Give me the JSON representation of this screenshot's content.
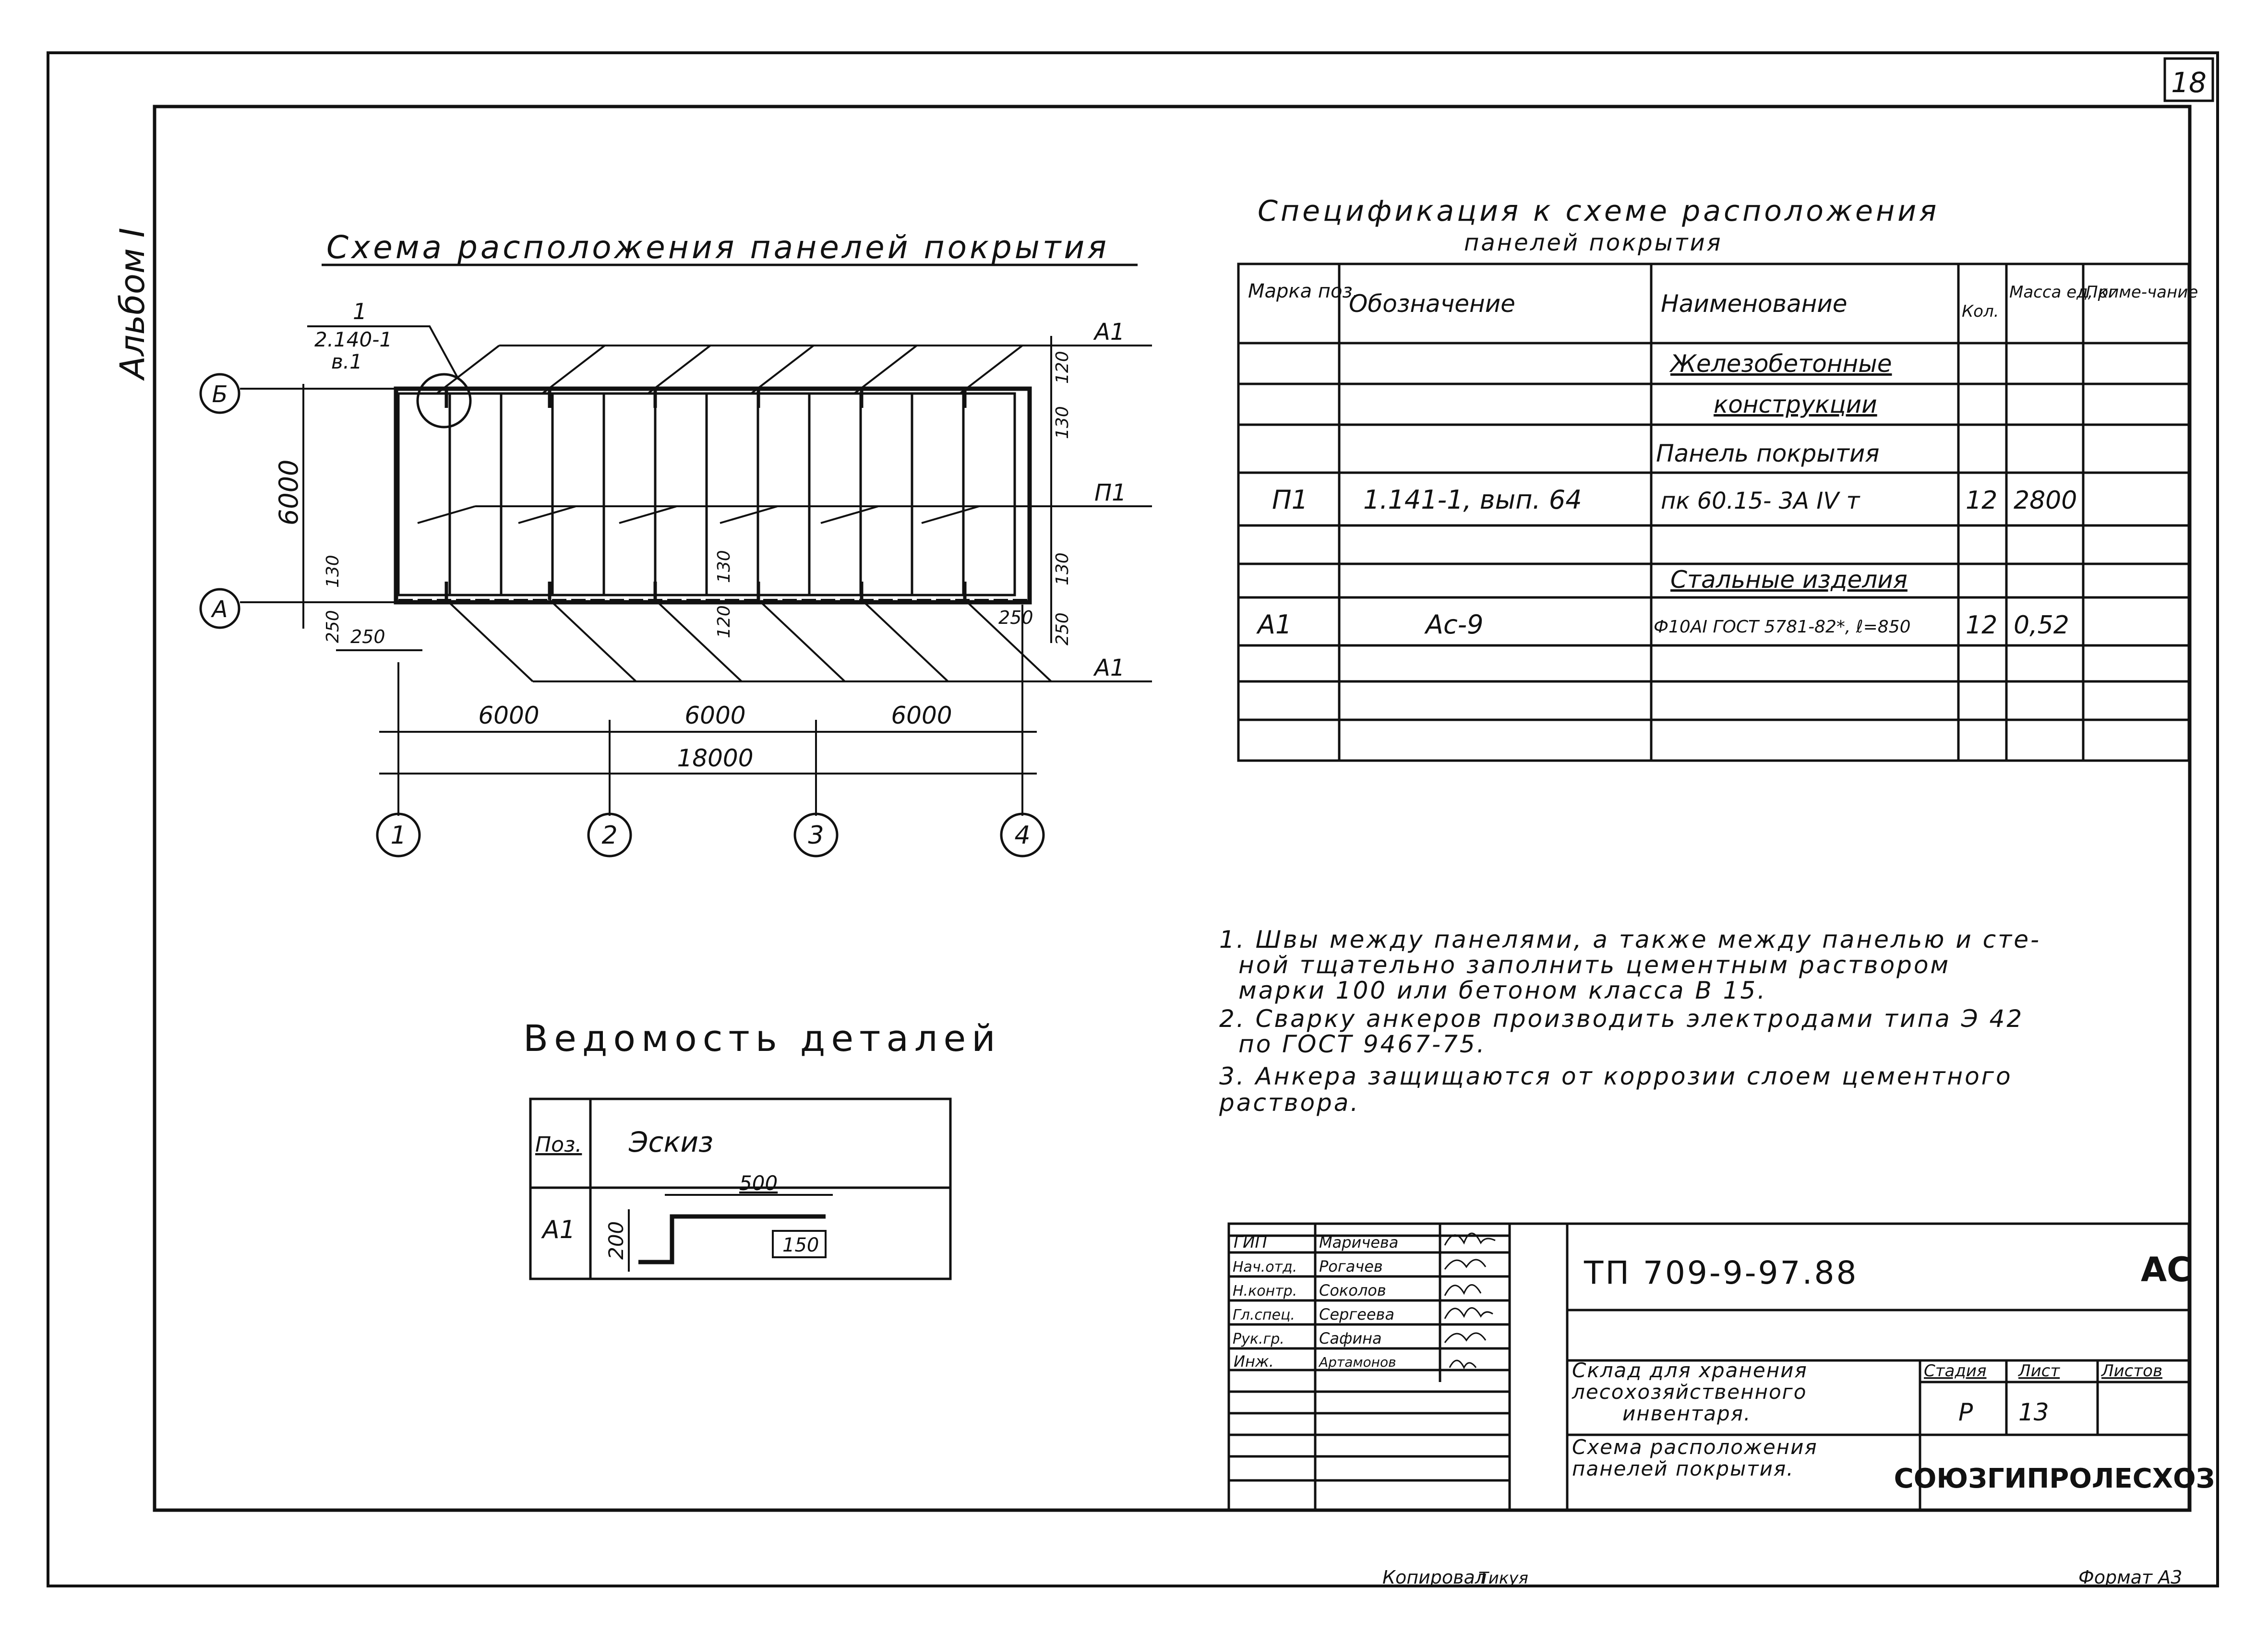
{
  "sheet": {
    "number": "18",
    "album": "Альбом I",
    "copied_by": "Копировал",
    "copier": "Тикуя",
    "format": "Формат А3"
  },
  "plan": {
    "title": "Схема расположения панелей покрытия",
    "node_ref": [
      "1",
      "2.140-1",
      "в.1"
    ],
    "row_axes": [
      "Б",
      "А"
    ],
    "col_axes": [
      "1",
      "2",
      "3",
      "4"
    ],
    "leaders": [
      "А1",
      "П1",
      "А1"
    ],
    "dims": {
      "height": "6000",
      "spans": [
        "6000",
        "6000",
        "6000"
      ],
      "total": "18000",
      "edge": "250",
      "offsets": [
        "120",
        "130",
        "130",
        "120",
        "130",
        "250",
        "250"
      ]
    }
  },
  "spec": {
    "title": [
      "Спецификация к схеме расположения",
      "панелей покрытия"
    ],
    "headers": [
      "Марка поз.",
      "Обозначение",
      "Наименование",
      "Кол.",
      "Масса ед, кг",
      "Приме-чание"
    ],
    "rows": [
      [
        "",
        "",
        "Железобетонные",
        "",
        "",
        ""
      ],
      [
        "",
        "",
        "конструкции",
        "",
        "",
        ""
      ],
      [
        "",
        "",
        "Панель покрытия",
        "",
        "",
        ""
      ],
      [
        "П1",
        "1.141-1, вып. 64",
        "пк 60.15- 3А IV т",
        "12",
        "2800",
        ""
      ],
      [
        "",
        "",
        "",
        "",
        "",
        ""
      ],
      [
        "",
        "",
        "Стальные изделия",
        "",
        "",
        ""
      ],
      [
        "А1",
        "Ас-9",
        "Ф10АI ГОСТ 5781-82*, ℓ=850",
        "12",
        "0,52",
        ""
      ],
      [
        "",
        "",
        "",
        "",
        "",
        ""
      ],
      [
        "",
        "",
        "",
        "",
        "",
        ""
      ],
      [
        "",
        "",
        "",
        "",
        "",
        ""
      ]
    ]
  },
  "notes": [
    [
      "1. Швы между панелями, а также между панелью и сте-",
      "ной тщательно заполнить цементным раствором",
      "марки 100 или бетоном класса В 15."
    ],
    [
      "2. Сварку анкеров производить электродами типа Э 42",
      "по ГОСТ 9467-75."
    ],
    [
      "3. Анкера защищаются от коррозии слоем цементного",
      "раствора."
    ]
  ],
  "details": {
    "title": "Ведомость деталей",
    "col_pos": "Поз.",
    "col_sketch": "Эскиз",
    "row_pos": "А1",
    "dim_length": "500",
    "dim_height": "200",
    "dim_hook": "150"
  },
  "stamp": {
    "roles": [
      "ГИП",
      "Нач.отд.",
      "Н.контр.",
      "Гл.спец.",
      "Рук.гр.",
      "Инж."
    ],
    "names": [
      "Маричева",
      "Рогачев",
      "Соколов",
      "Сергеева",
      "Сафина",
      "Артамонов"
    ],
    "code": "ТП 709-9-97.88",
    "mark": "АС",
    "object": [
      "Склад для хранения",
      "лесохозяйственного",
      "инвентаря."
    ],
    "stage_label": "Стадия",
    "sheet_label": "Лист",
    "sheets_label": "Листов",
    "stage": "Р",
    "sheet_no": "13",
    "drawing": [
      "Схема расположения",
      "панелей покрытия."
    ],
    "org": "СОЮЗГИПРОЛЕСХОЗ"
  }
}
